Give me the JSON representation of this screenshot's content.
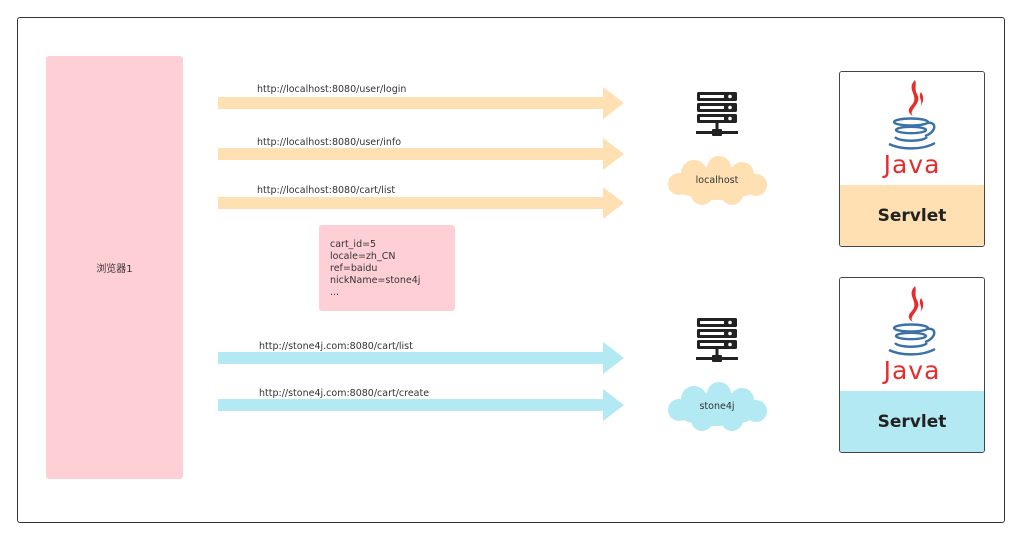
{
  "browser": {
    "label": "浏览器1"
  },
  "requests_localhost": [
    {
      "url": "http://localhost:8080/user/login"
    },
    {
      "url": "http://localhost:8080/user/info"
    },
    {
      "url": "http://localhost:8080/cart/list"
    }
  ],
  "requests_stone4j": [
    {
      "url": "http://stone4j.com:8080/cart/list"
    },
    {
      "url": "http://stone4j.com:8080/cart/create"
    }
  ],
  "cookie": {
    "lines": [
      "cart_id=5",
      "locale=zh_CN",
      "ref=baidu",
      "nickName=stone4j",
      "..."
    ]
  },
  "hosts": [
    {
      "label": "localhost"
    },
    {
      "label": "stone4j"
    }
  ],
  "servlets": [
    {
      "logo_text": "Java",
      "label": "Servlet",
      "color": "#ffe0b3"
    },
    {
      "logo_text": "Java",
      "label": "Servlet",
      "color": "#b3e9f2"
    }
  ],
  "colors": {
    "browser": "#ffcfd6",
    "arrow_localhost": "#ffe0b3",
    "arrow_stone4j": "#b3e9f2",
    "java_red": "#e52d2d",
    "java_blue": "#3b71a8"
  }
}
